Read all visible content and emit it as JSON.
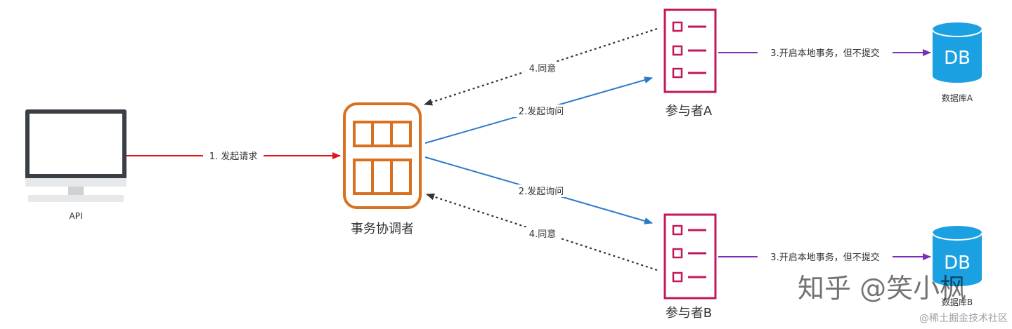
{
  "nodes": {
    "api": {
      "label": "API"
    },
    "coordinator": {
      "label": "事务协调者"
    },
    "participant_a": {
      "label": "参与者A"
    },
    "participant_b": {
      "label": "参与者B"
    },
    "db_a": {
      "icon_text": "DB",
      "label": "数据库A"
    },
    "db_b": {
      "icon_text": "DB",
      "label": "数据库B"
    }
  },
  "edges": {
    "request": "1. 发起请求",
    "ask_a": "2.发起询问",
    "ask_b": "2.发起询问",
    "agree_a": "4.同意",
    "agree_b": "4.同意",
    "local_tx_a": "3.开启本地事务，但不提交",
    "local_tx_b": "3.开启本地事务，但不提交"
  },
  "watermark": {
    "zhihu": "知乎 @笑小枫",
    "juejin": "@稀土掘金技术社区"
  },
  "colors": {
    "request": "#e3141b",
    "ask": "#2b7bc9",
    "agree": "#333333",
    "local_tx": "#7b2fb5",
    "coordinator": "#d8701f",
    "participant": "#c2185b",
    "db": "#1ba1e2"
  }
}
